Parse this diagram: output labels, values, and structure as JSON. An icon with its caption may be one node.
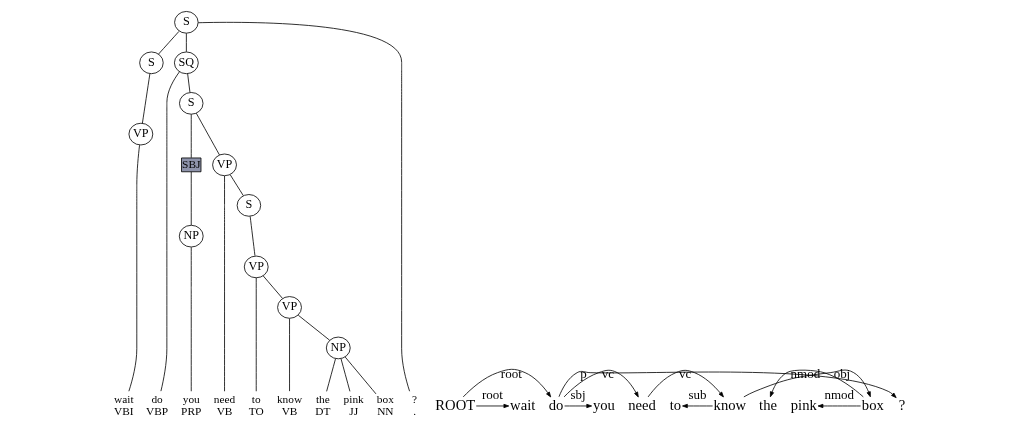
{
  "diagram": {
    "nodes": [
      {
        "text": [
          "S"
        ]
      },
      {
        "text": [
          "SQ"
        ]
      },
      {
        "text": [
          "S"
        ]
      },
      {
        "text": [
          "SBJ"
        ]
      },
      {
        "text": [
          "VP"
        ]
      },
      {
        "text": [
          "S"
        ]
      },
      {
        "text": [
          "S"
        ]
      },
      {
        "text": [
          "VP"
        ]
      },
      {
        "text": [
          "VP"
        ]
      },
      {
        "text": [
          "VP"
        ]
      },
      {
        "text": [
          "NP"
        ]
      },
      {
        "text": [
          "NP"
        ]
      },
      {
        "text": [
          "wait",
          "VBI"
        ]
      },
      {
        "text": [
          "do",
          "VBP"
        ]
      },
      {
        "text": [
          "you",
          "PRP"
        ]
      },
      {
        "text": [
          "need",
          "VB"
        ]
      },
      {
        "text": [
          "to",
          "TO"
        ]
      },
      {
        "text": [
          "know",
          "VB"
        ]
      },
      {
        "text": [
          "the",
          "DT"
        ]
      },
      {
        "text": [
          "pink",
          "JJ"
        ]
      },
      {
        "text": [
          "box",
          "NN"
        ]
      },
      {
        "text": [
          "?",
          "."
        ]
      },
      {
        "text": [
          "ROOT"
        ]
      },
      {
        "text": [
          "wait"
        ]
      },
      {
        "text": [
          "do"
        ]
      },
      {
        "text": [
          "you"
        ]
      },
      {
        "text": [
          "need"
        ]
      },
      {
        "text": [
          "to"
        ]
      },
      {
        "text": [
          "know"
        ]
      },
      {
        "text": [
          "the"
        ]
      },
      {
        "text": [
          "pink"
        ]
      },
      {
        "text": [
          "box"
        ]
      },
      {
        "text": [
          "?"
        ]
      }
    ],
    "edges": [
      {
        "from": 0,
        "to": 6,
        "arrow": "none"
      },
      {
        "from": 0,
        "to": 1,
        "arrow": "none"
      },
      {
        "from": 0,
        "to": 21,
        "arrow": "none"
      },
      {
        "from": 1,
        "to": 13,
        "arrow": "none"
      },
      {
        "from": 1,
        "to": 2,
        "arrow": "none"
      },
      {
        "from": 2,
        "to": 3,
        "arrow": "none"
      },
      {
        "from": 2,
        "to": 4,
        "arrow": "none"
      },
      {
        "from": 3,
        "to": 10,
        "arrow": "none"
      },
      {
        "from": 4,
        "to": 15,
        "arrow": "none"
      },
      {
        "from": 4,
        "to": 5,
        "arrow": "none"
      },
      {
        "from": 5,
        "to": 8,
        "arrow": "none"
      },
      {
        "from": 6,
        "to": 7,
        "arrow": "none"
      },
      {
        "from": 8,
        "to": 16,
        "arrow": "none"
      },
      {
        "from": 8,
        "to": 9,
        "arrow": "none"
      },
      {
        "from": 9,
        "to": 17,
        "arrow": "none"
      },
      {
        "from": 9,
        "to": 11,
        "arrow": "none"
      },
      {
        "from": 7,
        "to": 12,
        "arrow": "none"
      },
      {
        "from": 10,
        "to": 14,
        "arrow": "none"
      },
      {
        "from": 11,
        "to": 18,
        "arrow": "none"
      },
      {
        "from": 11,
        "to": 19,
        "arrow": "none"
      },
      {
        "from": 11,
        "to": 20,
        "arrow": "none"
      },
      {
        "from": 24,
        "to": 32,
        "arrow": "to",
        "label": "p"
      },
      {
        "from": 28,
        "to": 31,
        "arrow": "to",
        "label": "obj"
      },
      {
        "from": 22,
        "to": 24,
        "arrow": "to",
        "label": "root"
      },
      {
        "from": 24,
        "to": 26,
        "arrow": "to",
        "label": "vc"
      },
      {
        "from": 26,
        "to": 28,
        "arrow": "to",
        "label": "vc"
      },
      {
        "from": 31,
        "to": 29,
        "arrow": "to",
        "label": "nmod"
      },
      {
        "from": 22,
        "to": 23,
        "arrow": "to",
        "label": "root"
      },
      {
        "from": 24,
        "to": 25,
        "arrow": "to",
        "label": "sbj"
      },
      {
        "from": 28,
        "to": 27,
        "arrow": "to",
        "label": "sub"
      },
      {
        "from": 31,
        "to": 30,
        "arrow": "to",
        "label": "nmod"
      }
    ]
  }
}
